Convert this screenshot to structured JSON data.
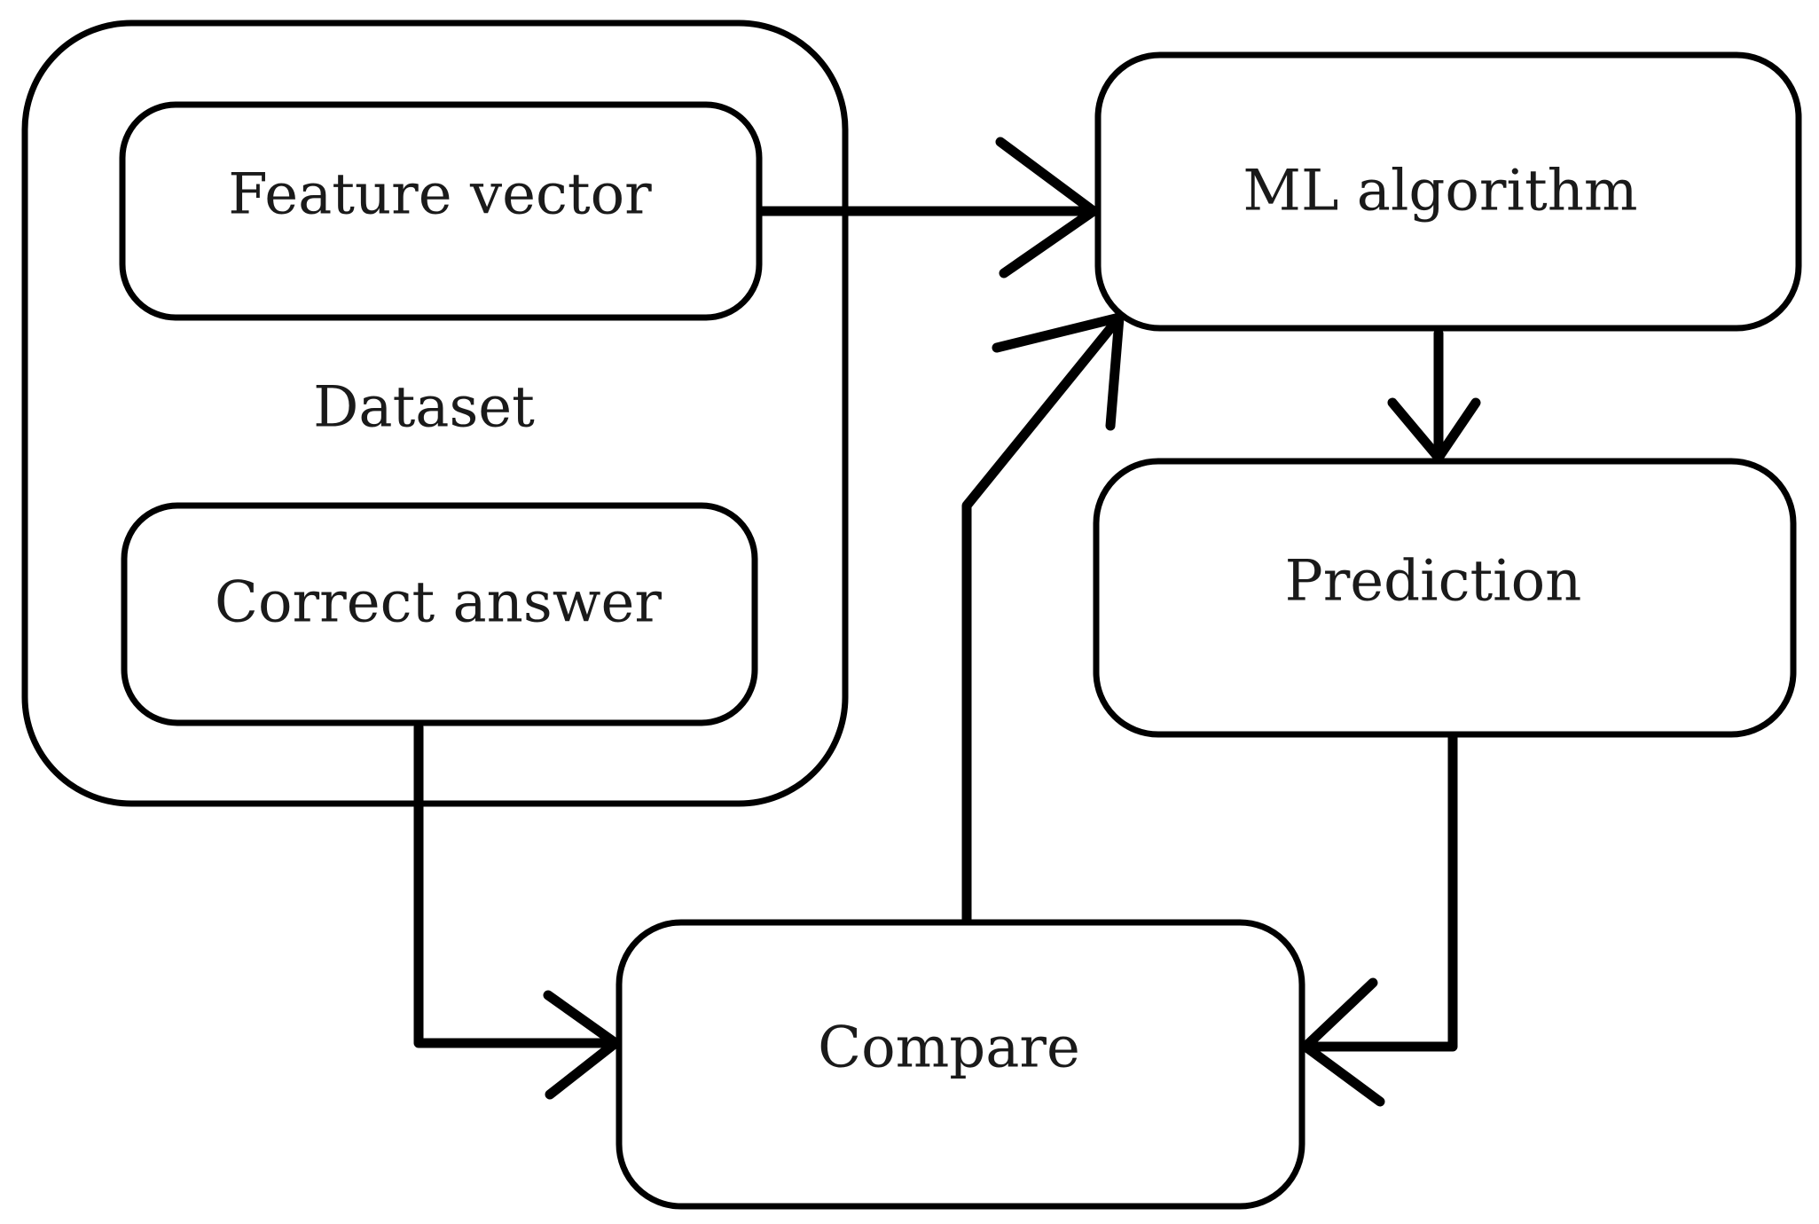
{
  "diagram": {
    "nodes": {
      "dataset": {
        "label": "Dataset"
      },
      "feature_vector": {
        "label": "Feature vector"
      },
      "correct_answer": {
        "label": "Correct answer"
      },
      "ml_algorithm": {
        "label": "ML algorithm"
      },
      "prediction": {
        "label": "Prediction"
      },
      "compare": {
        "label": "Compare"
      }
    },
    "edges": [
      {
        "from": "feature_vector",
        "to": "ml_algorithm"
      },
      {
        "from": "ml_algorithm",
        "to": "prediction"
      },
      {
        "from": "prediction",
        "to": "compare"
      },
      {
        "from": "correct_answer",
        "to": "compare"
      },
      {
        "from": "compare",
        "to": "ml_algorithm"
      }
    ]
  }
}
